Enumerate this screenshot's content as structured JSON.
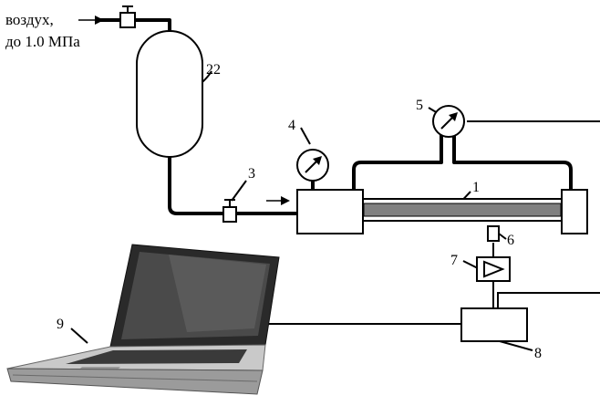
{
  "source_label": {
    "line1": "воздух,",
    "line2": "до 1.0 МПа"
  },
  "labels": {
    "n1": "1",
    "n3": "3",
    "n4": "4",
    "n5": "5",
    "n6": "6",
    "n7": "7",
    "n8": "8",
    "n9": "9",
    "n22": "22"
  },
  "colors": {
    "line": "#000000",
    "tube_fill": "#808080",
    "background": "#ffffff"
  }
}
